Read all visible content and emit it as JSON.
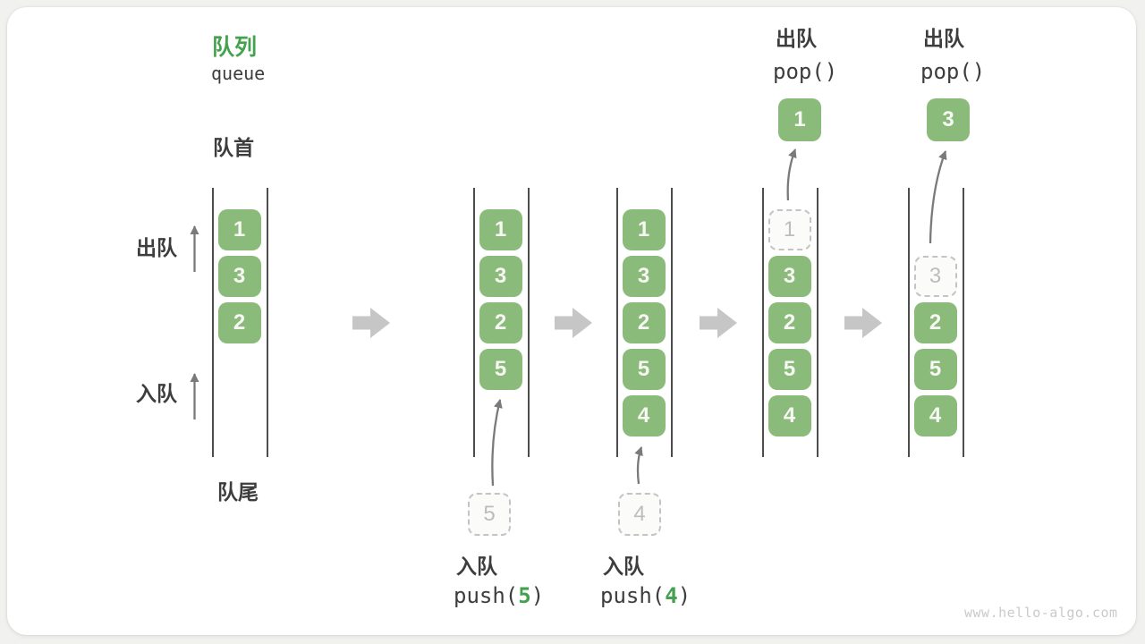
{
  "title": {
    "zh": "队列",
    "en": "queue"
  },
  "side_labels": {
    "front": "队首",
    "rear": "队尾",
    "dequeue": "出队",
    "enqueue": "入队"
  },
  "watermark": "www.hello-algo.com",
  "colors": {
    "accent_green": "#44a24e",
    "box_green": "#8bbb7a",
    "box_text": "#f7f8f3",
    "text_dark": "#3d3d3d",
    "wall_line": "#4d4d4d",
    "thin_arrow": "#7a7a7a",
    "block_arrow": "#c6c6c6",
    "dashed_border": "#c4c4c4",
    "dashed_text": "#bdbdbd",
    "watermark_gray": "#cacaca",
    "page_bg": "#f1f1ef",
    "card_bg": "#ffffff"
  },
  "diagram": {
    "kind": "queue-operations-sequence",
    "slot_count": 5,
    "states": [
      {
        "name": "initial",
        "cells": [
          {
            "slot": 1,
            "value": "1",
            "style": "solid"
          },
          {
            "slot": 2,
            "value": "3",
            "style": "solid"
          },
          {
            "slot": 3,
            "value": "2",
            "style": "solid"
          }
        ]
      },
      {
        "name": "after-push-5",
        "cells": [
          {
            "slot": 1,
            "value": "1",
            "style": "solid"
          },
          {
            "slot": 2,
            "value": "3",
            "style": "solid"
          },
          {
            "slot": 3,
            "value": "2",
            "style": "solid"
          },
          {
            "slot": 4,
            "value": "5",
            "style": "solid"
          }
        ],
        "moving": {
          "value": "5",
          "style": "dashed"
        },
        "operation": {
          "kind": "enqueue",
          "label": "入队",
          "code_pre": "push(",
          "arg": "5",
          "code_post": ")"
        }
      },
      {
        "name": "after-push-4",
        "cells": [
          {
            "slot": 1,
            "value": "1",
            "style": "solid"
          },
          {
            "slot": 2,
            "value": "3",
            "style": "solid"
          },
          {
            "slot": 3,
            "value": "2",
            "style": "solid"
          },
          {
            "slot": 4,
            "value": "5",
            "style": "solid"
          },
          {
            "slot": 5,
            "value": "4",
            "style": "solid"
          }
        ],
        "moving": {
          "value": "4",
          "style": "dashed"
        },
        "operation": {
          "kind": "enqueue",
          "label": "入队",
          "code_pre": "push(",
          "arg": "4",
          "code_post": ")"
        }
      },
      {
        "name": "after-pop-1",
        "cells": [
          {
            "slot": 1,
            "value": "1",
            "style": "dashed"
          },
          {
            "slot": 2,
            "value": "3",
            "style": "solid"
          },
          {
            "slot": 3,
            "value": "2",
            "style": "solid"
          },
          {
            "slot": 4,
            "value": "5",
            "style": "solid"
          },
          {
            "slot": 5,
            "value": "4",
            "style": "solid"
          }
        ],
        "moving": {
          "value": "1",
          "style": "solid"
        },
        "operation": {
          "kind": "dequeue",
          "label": "出队",
          "code_pre": "pop()",
          "arg": "",
          "code_post": ""
        }
      },
      {
        "name": "after-pop-3",
        "cells": [
          {
            "slot": 2,
            "value": "3",
            "style": "dashed"
          },
          {
            "slot": 3,
            "value": "2",
            "style": "solid"
          },
          {
            "slot": 4,
            "value": "5",
            "style": "solid"
          },
          {
            "slot": 5,
            "value": "4",
            "style": "solid"
          }
        ],
        "moving": {
          "value": "3",
          "style": "solid"
        },
        "operation": {
          "kind": "dequeue",
          "label": "出队",
          "code_pre": "pop()",
          "arg": "",
          "code_post": ""
        }
      }
    ]
  }
}
